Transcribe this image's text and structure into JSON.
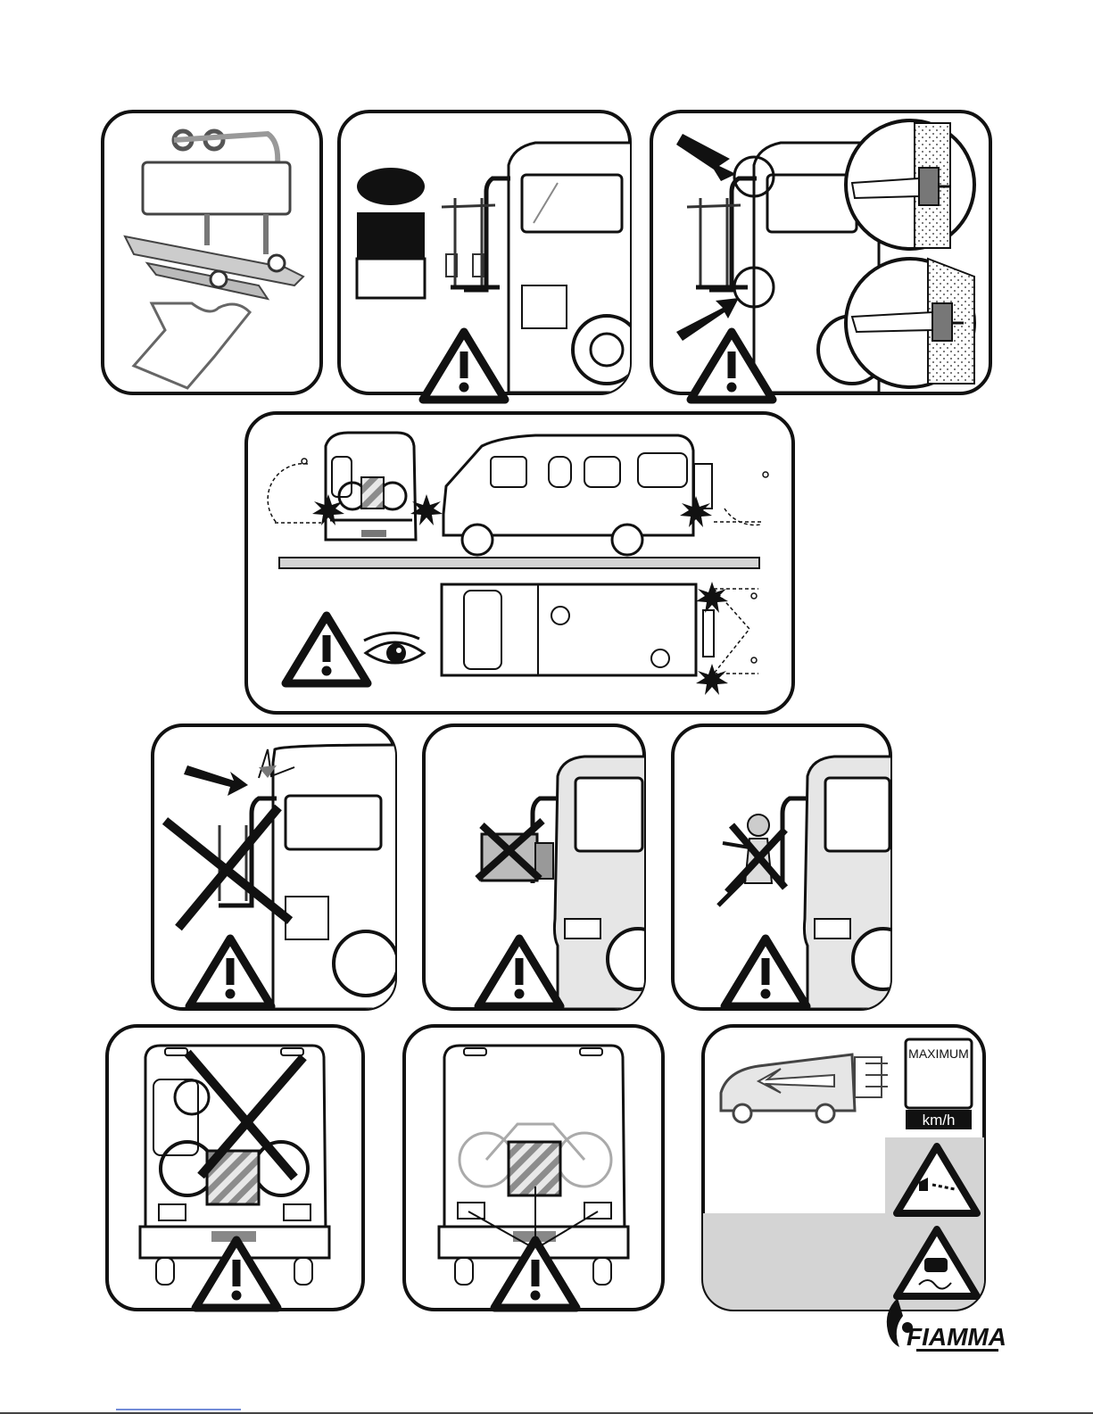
{
  "panels": {
    "weight": {
      "label": ""
    },
    "speed": {
      "sign_top": "MAXIMUM",
      "sign_unit": "km/h"
    }
  },
  "brand": {
    "name": "FIAMMA"
  },
  "colors": {
    "ink": "#1a1a1a",
    "panel_gray": "#d4d4d4",
    "light_gray": "#e6e6e6"
  }
}
